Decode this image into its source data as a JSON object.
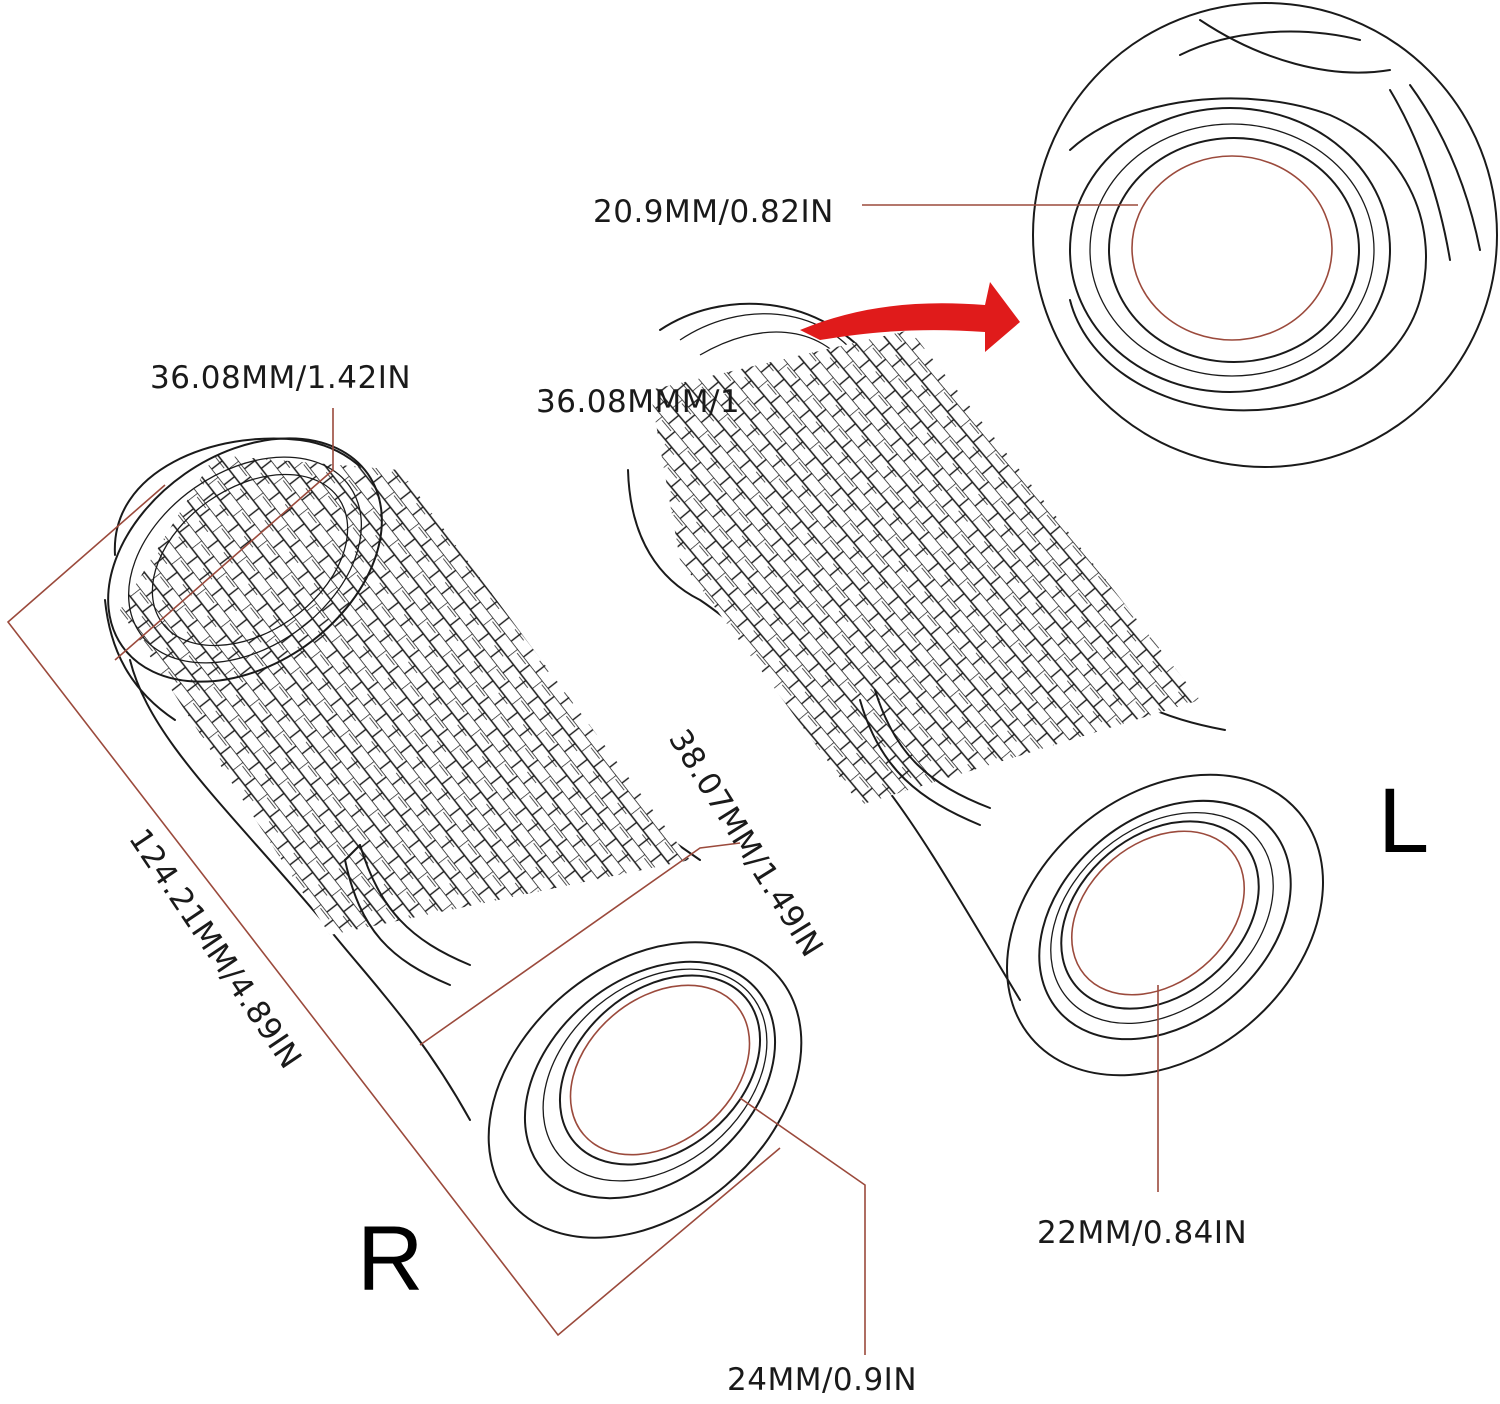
{
  "labels": {
    "inner_diameter_zoom": "20.9MM/0.82IN",
    "right_end_diameter": "36.08MM/1.42IN",
    "left_end_diameter": "36.08MMM/1",
    "right_outer_diameter": "38.07MM/1.49IN",
    "length": "124.21MM/4.89IN",
    "right_inner_diameter": "24MM/0.9IN",
    "left_inner_diameter": "22MM/0.84IN"
  },
  "sides": {
    "right": "R",
    "left": "L"
  },
  "colors": {
    "line": "#1a1a1a",
    "leader": "#9b4a3c",
    "arrow": "#e01b1b",
    "background": "#ffffff"
  },
  "icons": {
    "zoom_arrow": "red-curved-arrow-icon",
    "zoom_circle": "magnifier-circle"
  }
}
